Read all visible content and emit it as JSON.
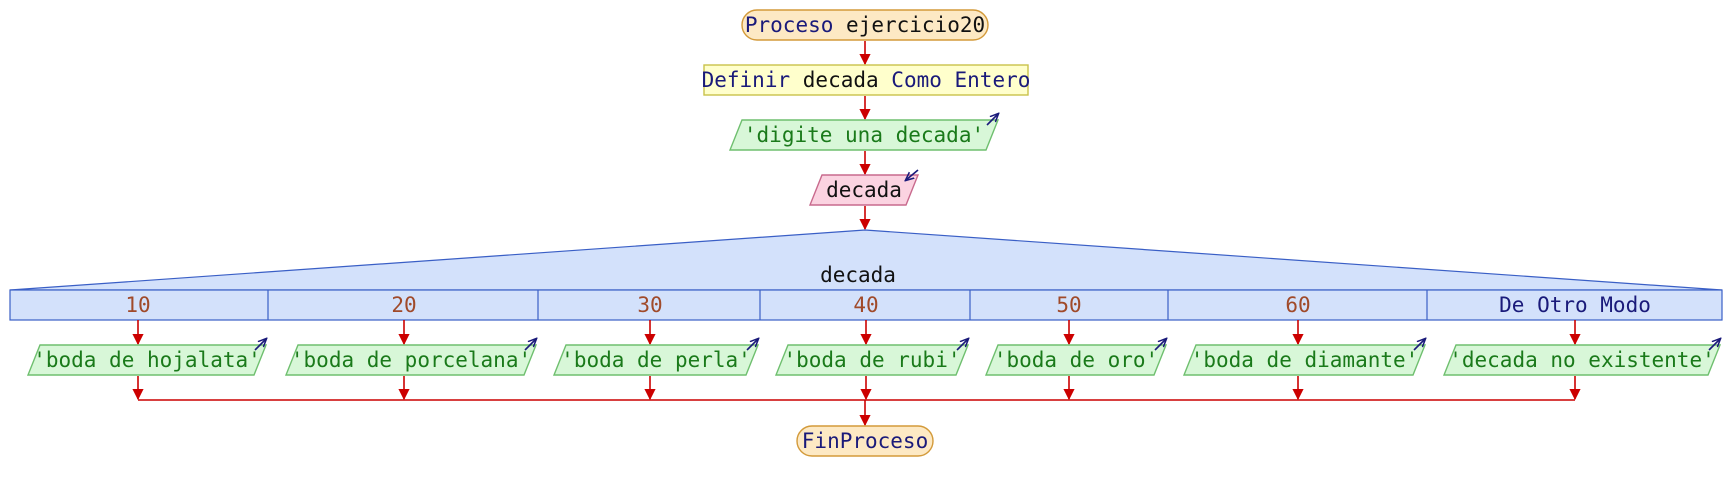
{
  "process": {
    "keyword": "Proceso",
    "name": "ejercicio20"
  },
  "definition": {
    "keyword": "Definir",
    "variable": "decada",
    "keyword_type": "Como Entero"
  },
  "output_prompt": "'digite una decada'",
  "input_variable": "decada",
  "switch": {
    "variable": "decada",
    "cases": [
      {
        "label": "10",
        "is_default": false,
        "output": "'boda de hojalata'"
      },
      {
        "label": "20",
        "is_default": false,
        "output": "'boda de porcelana'"
      },
      {
        "label": "30",
        "is_default": false,
        "output": "'boda de perla'"
      },
      {
        "label": "40",
        "is_default": false,
        "output": "'boda de rubi'"
      },
      {
        "label": "50",
        "is_default": false,
        "output": "'boda de oro'"
      },
      {
        "label": "60",
        "is_default": false,
        "output": "'boda de diamante'"
      },
      {
        "label": "De Otro Modo",
        "is_default": true,
        "output": "'decada no existente'"
      }
    ]
  },
  "end_label": "FinProceso",
  "colors": {
    "terminal_fill": "#fde9c4",
    "terminal_stroke": "#d39a3a",
    "define_fill": "#ffffcc",
    "define_stroke": "#c9c24a",
    "output_fill": "#d8f7d8",
    "output_stroke": "#6fbf6f",
    "input_fill": "#fbd3e1",
    "input_stroke": "#c86a8d",
    "switch_fill": "#d3e1fb",
    "switch_stroke": "#3a5fc6",
    "flow_line": "#cc0000",
    "keyword": "#1a1a7a",
    "string": "#1a7a1a",
    "number": "#a04a2a"
  }
}
